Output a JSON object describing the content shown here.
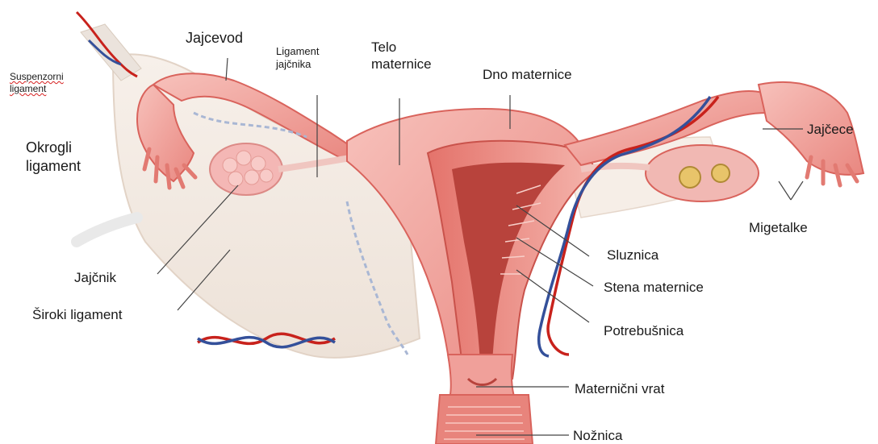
{
  "labels": {
    "suspenzorni": "Suspenzorni\nligament",
    "okrogli": "Okrogli\nligament",
    "jajcevod": "Jajcevod",
    "ligament_jajcnika": "Ligament\njajčnika",
    "telo": "Telo\nmaternice",
    "dno": "Dno maternice",
    "jajcece": "Jajčece",
    "migetalke": "Migetalke",
    "jajcnik": "Jajčnik",
    "siroki": "Široki ligament",
    "sluznica": "Sluznica",
    "stena": "Stena maternice",
    "potrebusnica": "Potrebušnica",
    "vrat": "Maternični vrat",
    "noznica": "Nožnica"
  },
  "colors": {
    "tissue": "#f2a7a1",
    "tissue_dark": "#d9635c",
    "tissue_light": "#f9d3cd",
    "ligament": "#f3ebe4",
    "artery": "#c8221c",
    "vein": "#34509a"
  }
}
